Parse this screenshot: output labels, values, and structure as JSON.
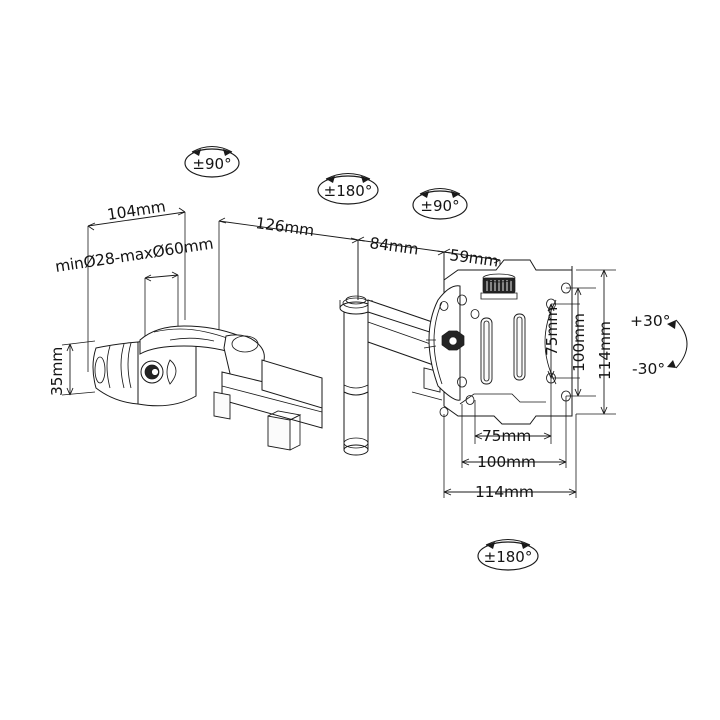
{
  "drawing": {
    "title": "monitor-mount-technical-drawing",
    "background_color": "#ffffff",
    "line_color": "#1a1a1a"
  },
  "dimensions": {
    "pole_clamp_width": "104mm",
    "pole_diameter_range": "minØ28-maxØ60mm",
    "clamp_height": "35mm",
    "arm_segment_1": "126mm",
    "arm_segment_2": "84mm",
    "arm_segment_3": "59mm",
    "vesa_width_small": "75mm",
    "vesa_width_mid": "100mm",
    "vesa_width_large": "114mm",
    "vesa_height_small": "75mm",
    "vesa_height_mid": "100mm",
    "vesa_height_large": "114mm"
  },
  "rotation_badges": [
    {
      "id": "clamp-swivel",
      "label": "±90°"
    },
    {
      "id": "arm-joint-rotation",
      "label": "±180°"
    },
    {
      "id": "elbow-swivel",
      "label": "±90°"
    },
    {
      "id": "plate-rotation",
      "label": "±180°"
    }
  ],
  "tilt": {
    "up_label": "+30°",
    "down_label": "-30°"
  }
}
